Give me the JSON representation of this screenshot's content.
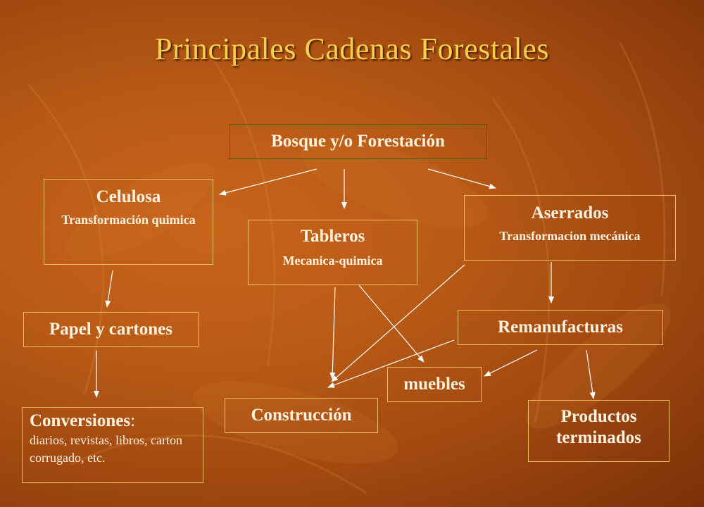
{
  "title": "Principales Cadenas Forestales",
  "nodes": {
    "bosque": {
      "main": "Bosque y/o Forestación"
    },
    "celulosa": {
      "main": "Celulosa",
      "sub": "Transformación quimica"
    },
    "tableros": {
      "main": "Tableros",
      "sub": "Mecanica-quimica"
    },
    "aserrados": {
      "main": "Aserrados",
      "sub": "Transformacion mecánica"
    },
    "papel": {
      "main": "Papel y cartones"
    },
    "remanufacturas": {
      "main": "Remanufacturas"
    },
    "muebles": {
      "main": "muebles"
    },
    "construccion": {
      "main": "Construcción"
    },
    "productos": {
      "main": "Productos terminados"
    },
    "conversiones": {
      "main": "Conversiones",
      "colon": ":",
      "sub": "diarios, revistas, libros, carton corrugado, etc."
    }
  },
  "colors": {
    "box_border": "#f0c060",
    "text": "#fff3e0",
    "title": "#f3d04a",
    "arrow": "#ffffff"
  }
}
